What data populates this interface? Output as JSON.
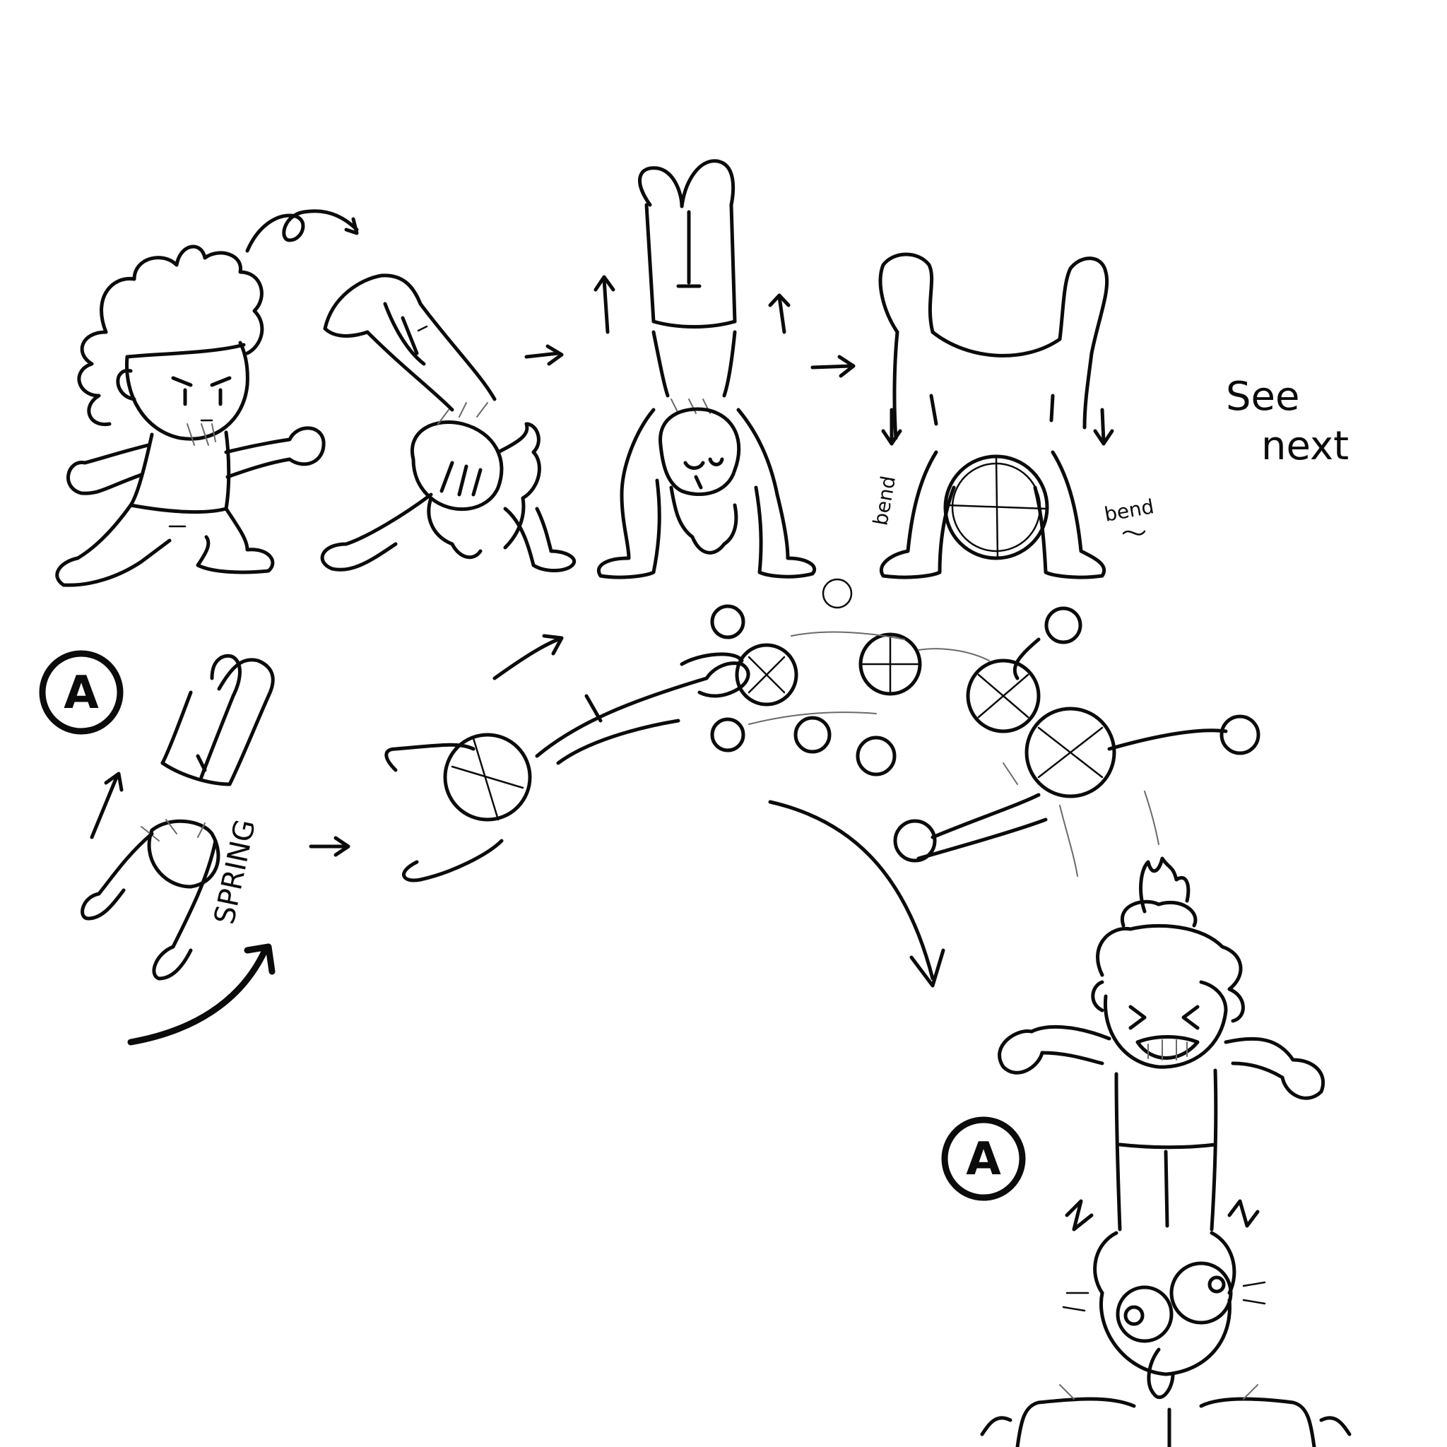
{
  "sketch": {
    "note_line1": "See",
    "note_line2": "next",
    "bend_left": "bend",
    "bend_right": "bend",
    "spring": "SPRING",
    "marker_a_top": "A",
    "marker_a_bottom": "A"
  },
  "colors": {
    "background": "#ffffff",
    "ink": "#0b0b0b"
  }
}
